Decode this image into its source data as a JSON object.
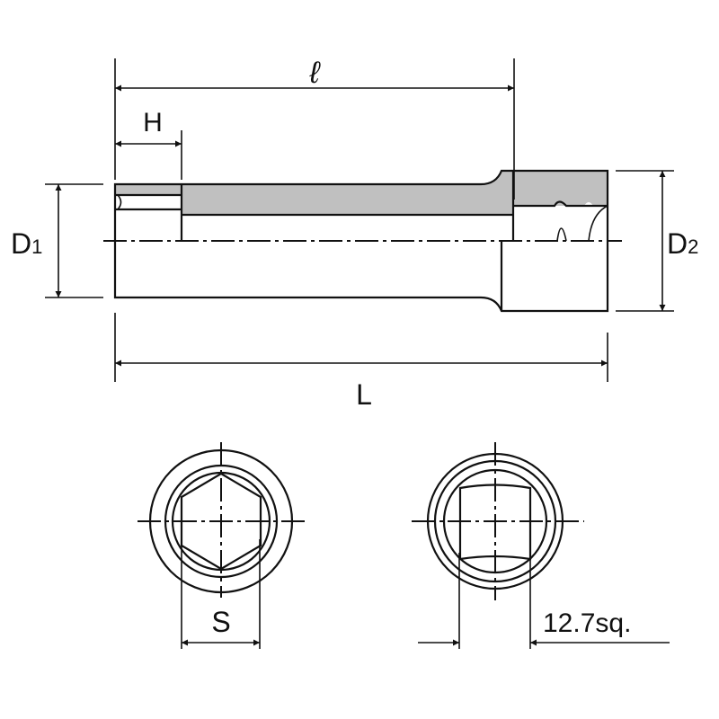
{
  "labels": {
    "overall_length": "L",
    "engagement_length": "ℓ",
    "hex_depth": "H",
    "d1_main": "D",
    "d1_sub": "1",
    "d2_main": "D",
    "d2_sub": "2",
    "hex_size": "S",
    "drive_size": "12.7sq."
  },
  "colors": {
    "shading": "#c0c0c0",
    "line": "#111111"
  }
}
